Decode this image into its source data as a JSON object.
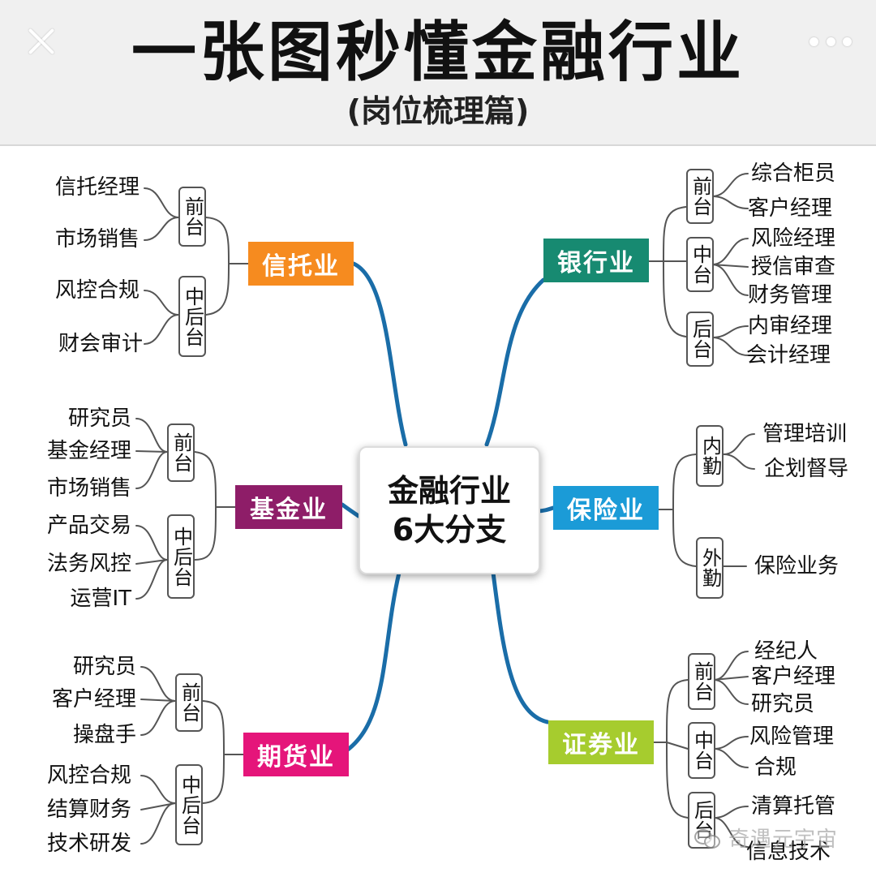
{
  "header": {
    "title": "一张图秒懂金融行业",
    "subtitle": "(岗位梳理篇)",
    "close_icon": "close-icon",
    "more_icon": "more-dots-icon"
  },
  "center": {
    "line1": "金融行业",
    "line2": "6大分支"
  },
  "colors": {
    "trust": "#f68b1f",
    "bank": "#178a71",
    "fund": "#8e1d68",
    "insurance": "#1b9bd7",
    "futures": "#e5157a",
    "securities": "#a6cc2e",
    "connector": "#1a6da8"
  },
  "branches": {
    "trust": {
      "label": "信托业",
      "tiers": [
        {
          "label": "前台",
          "items": [
            "信托经理",
            "市场销售"
          ]
        },
        {
          "label": "中后台",
          "items": [
            "风控合规",
            "财会审计"
          ]
        }
      ]
    },
    "bank": {
      "label": "银行业",
      "tiers": [
        {
          "label": "前台",
          "items": [
            "综合柜员",
            "客户经理"
          ]
        },
        {
          "label": "中台",
          "items": [
            "风险经理",
            "授信审查",
            "财务管理"
          ]
        },
        {
          "label": "后台",
          "items": [
            "内审经理",
            "会计经理"
          ]
        }
      ]
    },
    "fund": {
      "label": "基金业",
      "tiers": [
        {
          "label": "前台",
          "items": [
            "研究员",
            "基金经理",
            "市场销售"
          ]
        },
        {
          "label": "中后台",
          "items": [
            "产品交易",
            "法务风控",
            "运营IT"
          ]
        }
      ]
    },
    "insurance": {
      "label": "保险业",
      "tiers": [
        {
          "label": "内勤",
          "items": [
            "管理培训",
            "企划督导"
          ]
        },
        {
          "label": "外勤",
          "items": [
            "保险业务"
          ]
        }
      ]
    },
    "futures": {
      "label": "期货业",
      "tiers": [
        {
          "label": "前台",
          "items": [
            "研究员",
            "客户经理",
            "操盘手"
          ]
        },
        {
          "label": "中后台",
          "items": [
            "风控合规",
            "结算财务",
            "技术研发"
          ]
        }
      ]
    },
    "securities": {
      "label": "证券业",
      "tiers": [
        {
          "label": "前台",
          "items": [
            "经纪人",
            "客户经理",
            "研究员"
          ]
        },
        {
          "label": "中台",
          "items": [
            "风险管理",
            "合规"
          ]
        },
        {
          "label": "后台",
          "items": [
            "清算托管",
            "信息技术"
          ]
        }
      ]
    }
  },
  "watermark": {
    "text": "奇遇元宇宙",
    "icon": "wechat-icon"
  }
}
